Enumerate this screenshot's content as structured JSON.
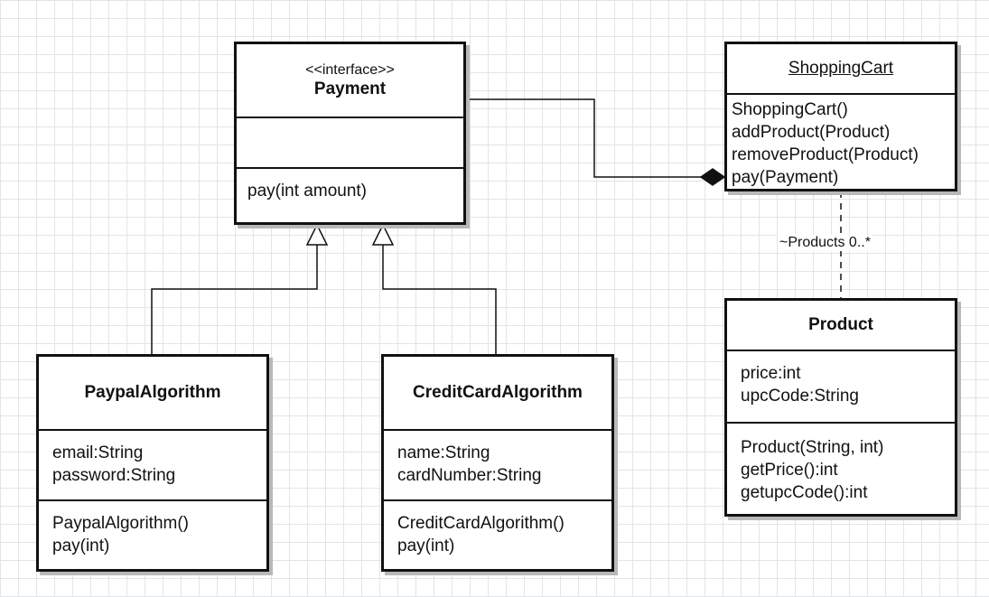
{
  "classes": {
    "payment": {
      "stereotype": "<<interface>>",
      "name": "Payment",
      "attributes": [],
      "methods": [
        "pay(int amount)"
      ]
    },
    "shopping_cart": {
      "name": "ShoppingCart",
      "methods": [
        "ShoppingCart()",
        "addProduct(Product)",
        "removeProduct(Product)",
        "pay(Payment)"
      ]
    },
    "product": {
      "name": "Product",
      "attributes": [
        "price:int",
        "upcCode:String"
      ],
      "methods": [
        "Product(String, int)",
        "getPrice():int",
        "getupcCode():int"
      ]
    },
    "paypal": {
      "name": "PaypalAlgorithm",
      "attributes": [
        "email:String",
        "password:String"
      ],
      "methods": [
        "PaypalAlgorithm()",
        "pay(int)"
      ]
    },
    "credit_card": {
      "name": "CreditCardAlgorithm",
      "attributes": [
        "name:String",
        "cardNumber:String"
      ],
      "methods": [
        "CreditCardAlgorithm()",
        "pay(int)"
      ]
    }
  },
  "relations": {
    "products_multiplicity": "~Products 0..*"
  }
}
